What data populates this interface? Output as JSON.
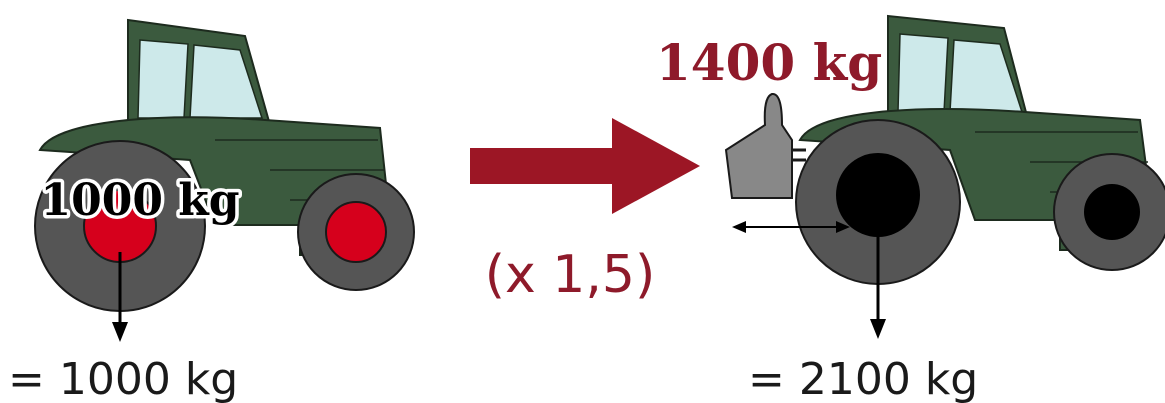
{
  "left_tractor": {
    "axle_load_label": "1000 kg",
    "result_label": "= 1000 kg"
  },
  "transition": {
    "multiplier_label": "(x 1,5)"
  },
  "right_tractor": {
    "ballast_label": "1400 kg",
    "result_label": "= 2100 kg"
  },
  "colors": {
    "tractor_body": "#3b5a3e",
    "cab_window": "#cde9ea",
    "tire": "#555555",
    "left_hub": "#d6001c",
    "right_hub": "#000000",
    "accent_arrow": "#9c1625",
    "ballast_weight": "#888888"
  }
}
